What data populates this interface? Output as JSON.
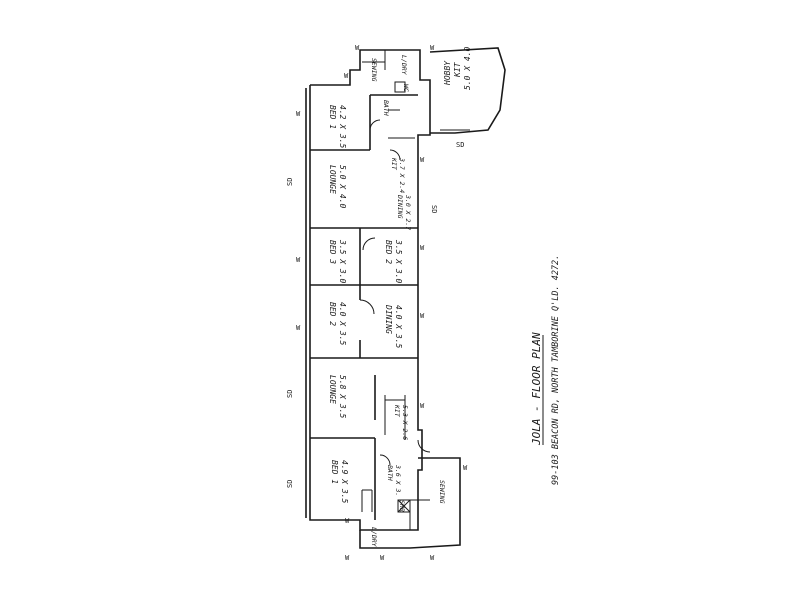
{
  "title": "JOLA - FLOOR PLAN",
  "address": "99-103 BEACON RD, NORTH TAMBORINE Q'LD. 4272.",
  "rooms": {
    "sewing_top": "SEWING",
    "ldry_top": "L/DRY",
    "hobby": "HOBBY",
    "kit_top": "KIT",
    "hobby_dims": "5.0 X 4.0",
    "bath_top": "BATH",
    "wc_top": "WC",
    "bed1_top": "BED 1",
    "bed1_top_dims": "4.2 X 3.5",
    "kit2": "KIT",
    "kit2_dims": "3.7 X 2.4",
    "lounge_top": "LOUNGE",
    "lounge_top_dims": "5.0 X 4.0",
    "dining_top": "DINING",
    "dining_top_dims": "3.0 X 2.7",
    "bed3": "BED 3",
    "bed3_dims": "3.5 X 3.0",
    "bed2_right": "BED 2",
    "bed2_right_dims": "3.5 X 3.0",
    "bed2_left": "BED 2",
    "bed2_left_dims": "4.0 X 3.5",
    "dining_bottom": "DINING",
    "dining_bottom_dims": "4.0 X 3.5",
    "lounge_bottom": "LOUNGE",
    "lounge_bottom_dims": "5.8 X 3.5",
    "kit_bottom": "KIT",
    "kit_bottom_dims": "5.3 X 2.6",
    "bed1_bottom": "BED 1",
    "bed1_bottom_dims": "4.9 X 3.5",
    "bath_bottom": "BATH",
    "bath_bottom_dims": "3.6 X 3.",
    "sewing_bottom": "SEWING",
    "ldry_bottom": "L/DRY",
    "shr": "SHR"
  },
  "marks": {
    "w": "W",
    "sd": "SD"
  }
}
